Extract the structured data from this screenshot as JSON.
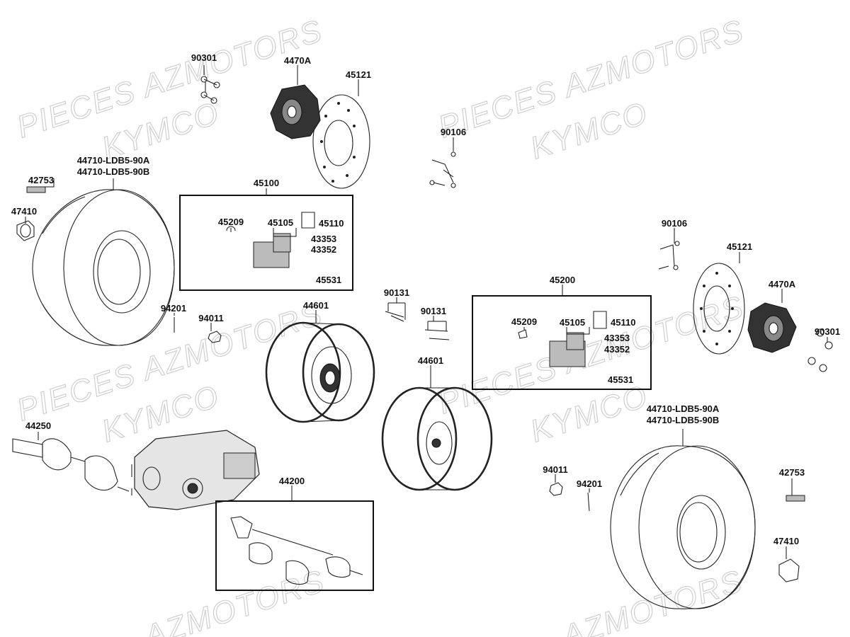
{
  "watermarks": [
    "PIECES AZMOTORS",
    "KYMCO",
    "PIECES AZMOTORS",
    "KYMCO",
    "PIECES AZMOTORS",
    "KYMCO",
    "PIECES AZMOTORS",
    "KYMCO",
    "AZMOTORS",
    "AZMOTORS"
  ],
  "labels": {
    "l90301a": "90301",
    "l4470Aa": "4470A",
    "l45121a": "45121",
    "l90106a": "90106",
    "l44710a1": "44710-LDB5-90A",
    "l44710a2": "44710-LDB5-90B",
    "l42753a": "42753",
    "l47410a": "47410",
    "l45100": "45100",
    "l45209a": "45209",
    "l45105a": "45105",
    "l45110a": "45110",
    "l43353a": "43353",
    "l43352a": "43352",
    "l45531a": "45531",
    "l94201a": "94201",
    "l94011a": "94011",
    "l44601a": "44601",
    "l90131a": "90131",
    "l90131b": "90131",
    "l45200": "45200",
    "l45209b": "45209",
    "l45105b": "45105",
    "l45110b": "45110",
    "l43353b": "43353",
    "l43352b": "43352",
    "l45531b": "45531",
    "l44601b": "44601",
    "l90106b": "90106",
    "l45121b": "45121",
    "l4470Ab": "4470A",
    "l90301b": "90301",
    "l44250": "44250",
    "l44200": "44200",
    "l44710b1": "44710-LDB5-90A",
    "l44710b2": "44710-LDB5-90B",
    "l94011b": "94011",
    "l94201b": "94201",
    "l42753b": "42753",
    "l47410b": "47410"
  }
}
